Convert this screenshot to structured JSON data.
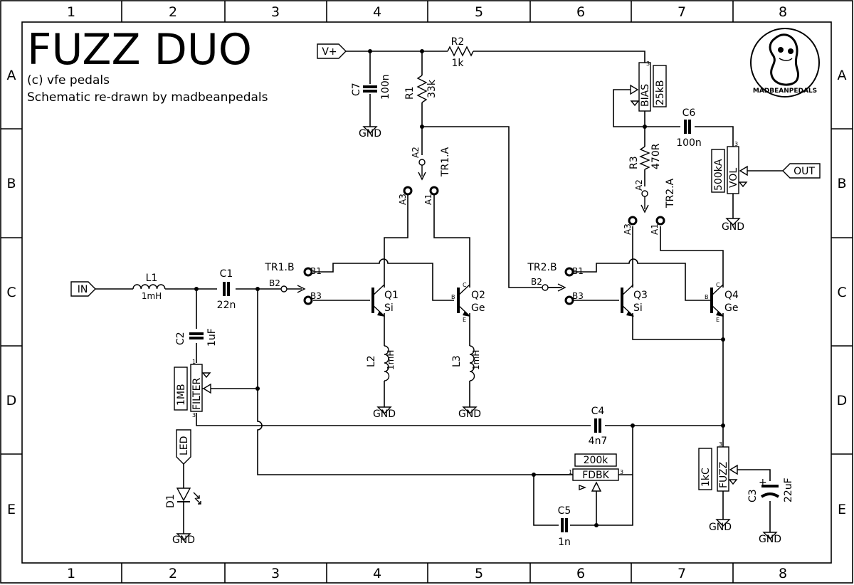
{
  "title_block": {
    "title": "FUZZ DUO",
    "copyright": "(c) vfe pedals",
    "credit": "Schematic re-drawn by madbeanpedals",
    "logo_text": "MADBEANPEDALS"
  },
  "grid": {
    "columns": [
      "1",
      "2",
      "3",
      "4",
      "5",
      "6",
      "7",
      "8"
    ],
    "rows": [
      "A",
      "B",
      "C",
      "D",
      "E"
    ]
  },
  "ports": {
    "input": "IN",
    "output": "OUT",
    "supply": "V+",
    "led": "LED"
  },
  "ground": "GND",
  "components": {
    "R1": {
      "ref": "R1",
      "value": "33k"
    },
    "R2": {
      "ref": "R2",
      "value": "1k"
    },
    "R3": {
      "ref": "R3",
      "value": "470R"
    },
    "C1": {
      "ref": "C1",
      "value": "22n"
    },
    "C2": {
      "ref": "C2",
      "value": "1uF"
    },
    "C3": {
      "ref": "C3",
      "value": "22uF"
    },
    "C4": {
      "ref": "C4",
      "value": "4n7"
    },
    "C5": {
      "ref": "C5",
      "value": "1n"
    },
    "C6": {
      "ref": "C6",
      "value": "100n"
    },
    "C7": {
      "ref": "C7",
      "value": "100n"
    },
    "L1": {
      "ref": "L1",
      "value": "1mH"
    },
    "L2": {
      "ref": "L2",
      "value": "1mH"
    },
    "L3": {
      "ref": "L3",
      "value": "1mH"
    },
    "D1": {
      "ref": "D1"
    },
    "Q1": {
      "ref": "Q1",
      "type": "Si"
    },
    "Q2": {
      "ref": "Q2",
      "type": "Ge"
    },
    "Q3": {
      "ref": "Q3",
      "type": "Si"
    },
    "Q4": {
      "ref": "Q4",
      "type": "Ge"
    }
  },
  "pots": {
    "bias": {
      "name": "BIAS",
      "value": "25kB"
    },
    "vol": {
      "name": "VOL",
      "value": "500kA"
    },
    "filter": {
      "name": "FILTER",
      "value": "1MB"
    },
    "fuzz": {
      "name": "FUZZ",
      "value": "1kC"
    },
    "fdbk": {
      "name": "FDBK",
      "value": "200k"
    }
  },
  "switches": {
    "tr1a": "TR1.A",
    "tr1b": "TR1.B",
    "tr2a": "TR2.A",
    "tr2b": "TR2.B",
    "pins": {
      "a1": "A1",
      "a2": "A2",
      "a3": "A3",
      "b1": "B1",
      "b2": "B2",
      "b3": "B3"
    }
  },
  "pin_labels": {
    "b": "B",
    "c": "C",
    "e": "E",
    "p1": "1",
    "p3": "3"
  }
}
